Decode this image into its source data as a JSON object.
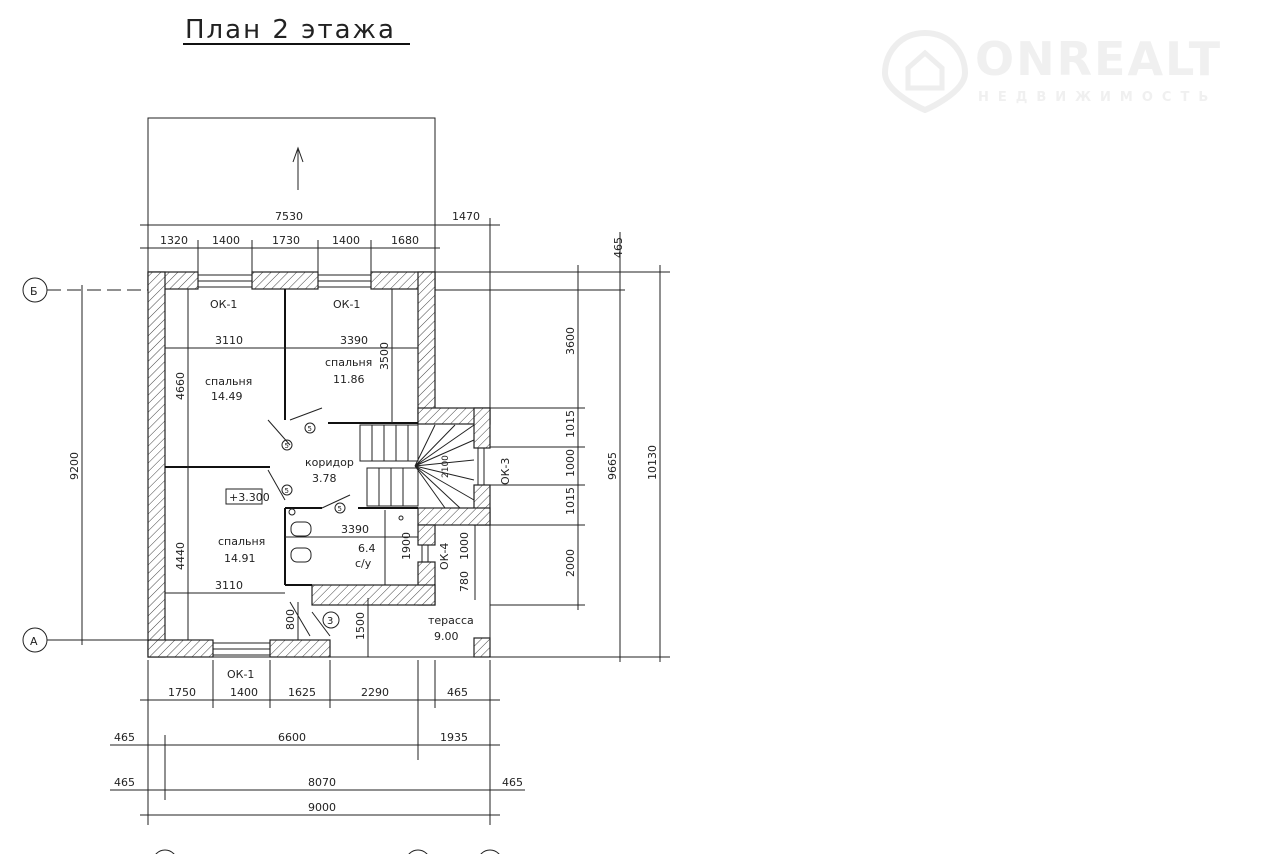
{
  "title": "План 2 этажа",
  "watermark": {
    "brand": "ONREALT",
    "tagline": "НЕДВИЖИМОСТЬ"
  },
  "axes": {
    "b": "Б",
    "a": "А",
    "bottom": [
      "",
      "",
      ""
    ]
  },
  "rooms": [
    {
      "name": "спальня",
      "area": "14.49"
    },
    {
      "name": "спальня",
      "area": "11.86"
    },
    {
      "name": "коридор",
      "area": "3.78"
    },
    {
      "name": "спальня",
      "area": "14.91"
    },
    {
      "name": "с/у",
      "area": "6.4"
    },
    {
      "name": "терасса",
      "area": "9.00"
    }
  ],
  "level_mark": "+3.300",
  "windows": {
    "ok1": "ОК-1",
    "ok3": "ОК-3",
    "ok4": "ОК-4"
  },
  "markers": {
    "door5": "5",
    "door3": "3",
    "stair": "2100"
  },
  "dims": {
    "top_total": "7530",
    "top_ext": "1470",
    "top_chain": [
      "1320",
      "1400",
      "1730",
      "1400",
      "1680"
    ],
    "inner": {
      "w1": "3110",
      "w2": "3390",
      "h1": "4660",
      "h2": "3500",
      "w3": "3390",
      "w4": "3110",
      "h3": "4440",
      "h4": "1900",
      "h5": "800",
      "h6": "1500",
      "h7": "1000",
      "h8": "780"
    },
    "bottom_chain": [
      "1750",
      "1400",
      "1625",
      "2290",
      "465"
    ],
    "bottom_row2": [
      "465",
      "6600",
      "1935"
    ],
    "bottom_row3": [
      "465",
      "8070",
      "465"
    ],
    "bottom_total": "9000",
    "right_chain": [
      "465",
      "3600",
      "1015",
      "1000",
      "1015",
      "2000"
    ],
    "right_9665": "9665",
    "right_10130": "10130",
    "left_9200": "9200"
  }
}
